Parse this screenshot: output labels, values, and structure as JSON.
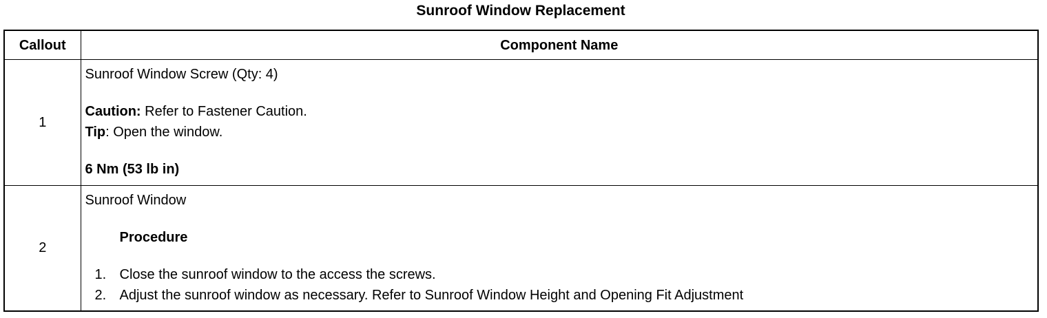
{
  "title": "Sunroof Window Replacement",
  "table": {
    "headers": [
      "Callout",
      "Component Name"
    ],
    "rows": [
      {
        "callout": "1",
        "name": "Sunroof Window Screw (Qty: 4)",
        "caution_label": "Caution:",
        "caution_text": " Refer to Fastener Caution.",
        "tip_label": "Tip",
        "tip_text": ": Open the window.",
        "torque": "6 Nm (53 lb in)"
      },
      {
        "callout": "2",
        "name": "Sunroof Window",
        "procedure_heading": "Procedure",
        "steps": [
          {
            "num": "1.",
            "text": "Close the sunroof window to the access the screws."
          },
          {
            "num": "2.",
            "text": "Adjust the sunroof window as necessary. Refer to Sunroof Window Height and Opening Fit Adjustment"
          }
        ]
      }
    ]
  }
}
